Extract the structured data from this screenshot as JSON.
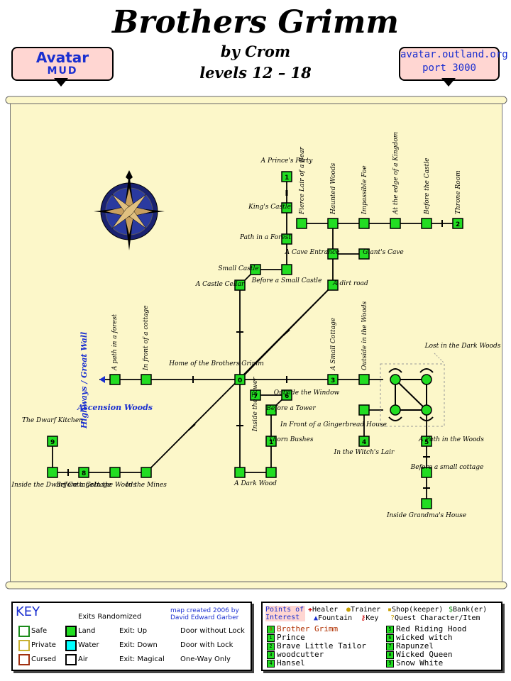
{
  "header": {
    "title": "Brothers Grimm",
    "author": "by Crom",
    "levels": "levels 12 – 18",
    "logo_line1": "Avatar",
    "logo_line2": "MUD",
    "server_line1": "avatar.outland.org",
    "server_line2": "port 3000"
  },
  "map": {
    "external_exit": "Highways / Great Wall",
    "external_area": "Ascension Woods",
    "rooms": {
      "prince_party": "A Prince's Party",
      "kings_castle": "King's Castle",
      "path_forest": "Path in a Forest",
      "small_castle": "Small Castle",
      "before_small_castle": "Before a Small Castle",
      "castle_cellar": "A Castle Cellar",
      "fierce_lair": "Fierce Lair of a Bear",
      "haunted_woods": "Haunted Woods",
      "impassible_foe": "Impassible Foe",
      "edge_kingdom": "At the edge of a Kingdom",
      "before_castle": "Before the Castle",
      "throne_room": "Throne Room",
      "cave_entrance": "A Cave Entrance",
      "giants_cave": "Giant's Cave",
      "dirt_road": "A dirt road",
      "path_forest2": "A path in a forest",
      "front_cottage": "In front of a cottage",
      "home": "Home of the Brothers Grimm",
      "small_cottage": "A Small Cottage",
      "outside_woods": "Outside in the Woods",
      "lost_dark": "Lost in the Dark Woods",
      "outside_window": "Outside the Window",
      "inside_tower": "Inside the Tower",
      "before_tower": "Before a Tower",
      "thorn_bushes": "Thorn Bushes",
      "dark_wood": "A Dark Wood",
      "gingerbread": "In Front of a Gingerbread House",
      "witch_lair": "In the Witch's Lair",
      "path_woods": "A Path in the Woods",
      "before_small_cottage": "Before a small cottage",
      "grandma": "Inside Grandma's House",
      "dwarf_kitchen": "The Dwarf Kitchen",
      "inside_dwarf": "Inside the Dwarf Cottage",
      "before_cottage": "Before a Cottage",
      "in_woods": "In the Woods",
      "in_mines": "In the Mines"
    },
    "numbers": [
      "0",
      "1",
      "2",
      "3",
      "4",
      "5",
      "6",
      "7",
      "8",
      "9"
    ]
  },
  "key": {
    "title": "KEY",
    "exits_randomized": "Exits Randomized",
    "credit": "map created 2006 by David Edward Garber",
    "safe": "Safe",
    "private": "Private",
    "cursed": "Cursed",
    "land": "Land",
    "water": "Water",
    "air": "Air",
    "exit_up": "Exit: Up",
    "exit_down": "Exit: Down",
    "exit_magical": "Exit: Magical",
    "door_no_lock": "Door without Lock",
    "door_lock": "Door with Lock",
    "one_way": "One-Way Only"
  },
  "poi": {
    "title": "Points of Interest",
    "legend": [
      "Healer",
      "Trainer",
      "Shop(keeper)",
      "Bank(er)",
      "Fountain",
      "Key",
      "Quest Character/Item"
    ],
    "items": [
      {
        "n": "0",
        "label": "Brother Grimm"
      },
      {
        "n": "1",
        "label": "Prince"
      },
      {
        "n": "2",
        "label": "Brave Little Tailor"
      },
      {
        "n": "3",
        "label": "woodcutter"
      },
      {
        "n": "4",
        "label": "Hansel"
      },
      {
        "n": "5",
        "label": "Red Riding Hood"
      },
      {
        "n": "6",
        "label": "wicked witch"
      },
      {
        "n": "7",
        "label": "Rapunzel"
      },
      {
        "n": "8",
        "label": "Wicked Queen"
      },
      {
        "n": "9",
        "label": "Snow White"
      }
    ]
  },
  "colors": {
    "land": "#22dd22",
    "parchment": "#fcf7c9",
    "banner": "#ffd6d2",
    "accent": "#1a2fd0",
    "water": "#00ffff"
  }
}
